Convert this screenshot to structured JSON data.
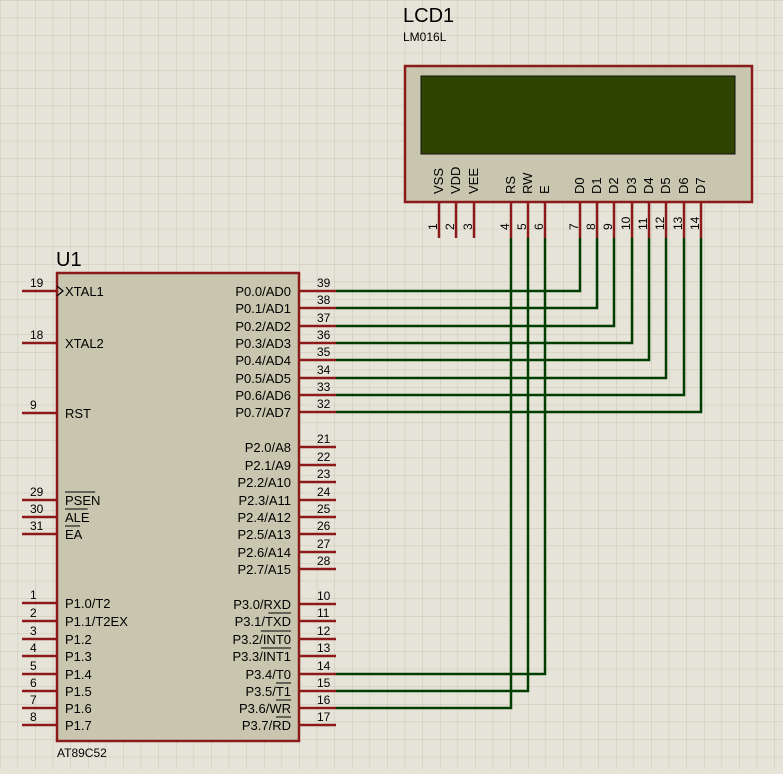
{
  "lcd": {
    "ref": "LCD1",
    "value": "LM016L",
    "screen_color": "#2f4400",
    "pins": [
      {
        "num": "1",
        "name": "VSS"
      },
      {
        "num": "2",
        "name": "VDD"
      },
      {
        "num": "3",
        "name": "VEE"
      },
      {
        "num": "4",
        "name": "RS"
      },
      {
        "num": "5",
        "name": "RW"
      },
      {
        "num": "6",
        "name": "E"
      },
      {
        "num": "7",
        "name": "D0"
      },
      {
        "num": "8",
        "name": "D1"
      },
      {
        "num": "9",
        "name": "D2"
      },
      {
        "num": "10",
        "name": "D3"
      },
      {
        "num": "11",
        "name": "D4"
      },
      {
        "num": "12",
        "name": "D5"
      },
      {
        "num": "13",
        "name": "D6"
      },
      {
        "num": "14",
        "name": "D7"
      }
    ]
  },
  "mcu": {
    "ref": "U1",
    "part": "AT89C52",
    "left_pins": [
      {
        "num": "19",
        "name": "XTAL1",
        "clock": true
      },
      {
        "num": "18",
        "name": "XTAL2"
      },
      {
        "num": "9",
        "name": "RST"
      },
      {
        "num": "29",
        "name": "PSEN",
        "overline": true
      },
      {
        "num": "30",
        "name": "ALE",
        "overline": true
      },
      {
        "num": "31",
        "name": "EA",
        "overline": true
      },
      {
        "num": "1",
        "name": "P1.0/T2"
      },
      {
        "num": "2",
        "name": "P1.1/T2EX"
      },
      {
        "num": "3",
        "name": "P1.2"
      },
      {
        "num": "4",
        "name": "P1.3"
      },
      {
        "num": "5",
        "name": "P1.4"
      },
      {
        "num": "6",
        "name": "P1.5"
      },
      {
        "num": "7",
        "name": "P1.6"
      },
      {
        "num": "8",
        "name": "P1.7"
      }
    ],
    "right_pins": [
      {
        "num": "39",
        "name": "P0.0/AD0"
      },
      {
        "num": "38",
        "name": "P0.1/AD1"
      },
      {
        "num": "37",
        "name": "P0.2/AD2"
      },
      {
        "num": "36",
        "name": "P0.3/AD3"
      },
      {
        "num": "35",
        "name": "P0.4/AD4"
      },
      {
        "num": "34",
        "name": "P0.5/AD5"
      },
      {
        "num": "33",
        "name": "P0.6/AD6"
      },
      {
        "num": "32",
        "name": "P0.7/AD7"
      },
      {
        "num": "21",
        "name": "P2.0/A8"
      },
      {
        "num": "22",
        "name": "P2.1/A9"
      },
      {
        "num": "23",
        "name": "P2.2/A10"
      },
      {
        "num": "24",
        "name": "P2.3/A11"
      },
      {
        "num": "25",
        "name": "P2.4/A12"
      },
      {
        "num": "26",
        "name": "P2.5/A13"
      },
      {
        "num": "27",
        "name": "P2.6/A14"
      },
      {
        "num": "28",
        "name": "P2.7/A15"
      },
      {
        "num": "10",
        "name": "P3.0/RXD"
      },
      {
        "num": "11",
        "name": "P3.1/TXD",
        "overline_suffix": "TXD"
      },
      {
        "num": "12",
        "name": "P3.2/INT0",
        "overline_suffix": "INT0"
      },
      {
        "num": "13",
        "name": "P3.3/INT1",
        "overline_suffix": "INT1"
      },
      {
        "num": "14",
        "name": "P3.4/T0"
      },
      {
        "num": "15",
        "name": "P3.5/T1",
        "overline_suffix": "T1"
      },
      {
        "num": "16",
        "name": "P3.6/WR",
        "overline_suffix": "WR"
      },
      {
        "num": "17",
        "name": "P3.7/RD",
        "overline_suffix": "RD"
      }
    ]
  },
  "connections": [
    {
      "from": "P0.0/AD0",
      "to": "D0"
    },
    {
      "from": "P0.1/AD1",
      "to": "D1"
    },
    {
      "from": "P0.2/AD2",
      "to": "D2"
    },
    {
      "from": "P0.3/AD3",
      "to": "D3"
    },
    {
      "from": "P0.4/AD4",
      "to": "D4"
    },
    {
      "from": "P0.5/AD5",
      "to": "D5"
    },
    {
      "from": "P0.6/AD6",
      "to": "D6"
    },
    {
      "from": "P0.7/AD7",
      "to": "D7"
    },
    {
      "from": "P3.4/T0",
      "to": "E"
    },
    {
      "from": "P3.5/T1",
      "to": "RW"
    },
    {
      "from": "P3.6/WR",
      "to": "RS"
    }
  ],
  "colors": {
    "background": "#e6e4d8",
    "grid": "#c9c6b4",
    "component_fill": "#c8c6ae",
    "component_border": "#8b1a1a",
    "pin": "#8b1a1a",
    "wire": "#003d00"
  }
}
